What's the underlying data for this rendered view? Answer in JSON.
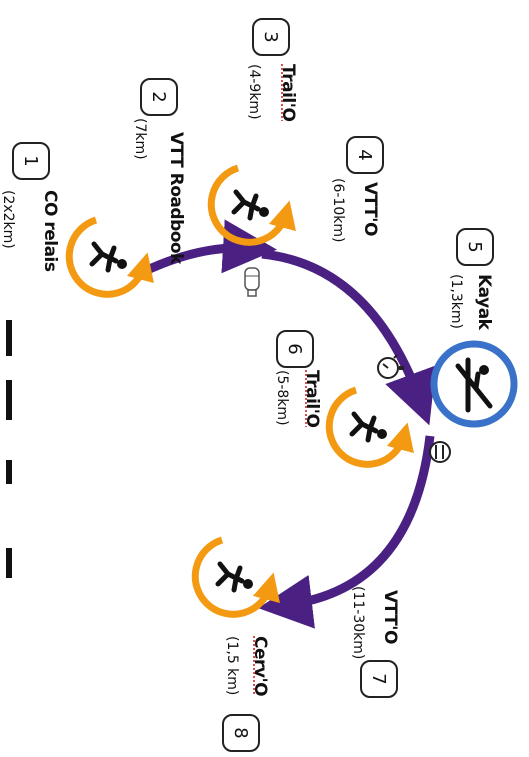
{
  "colors": {
    "arrow": "#4a2182",
    "runner_ring": "#f39a12",
    "kayak_ring": "#3a72c9",
    "text": "#111111"
  },
  "legs": [
    {
      "number": "1",
      "name": "CO  relais",
      "distance": "(2x2km)",
      "icon": "runner-icon"
    },
    {
      "number": "2",
      "name": "VTT Roadbook",
      "distance": "(7km)",
      "icon": "runner-icon"
    },
    {
      "number": "3",
      "name": "Trail'O",
      "distance": "(4-9km)",
      "icon": "runner-icon"
    },
    {
      "number": "4",
      "name": "VTT'O",
      "distance": "(6-10km)",
      "icon": "runner-icon"
    },
    {
      "number": "5",
      "name": "Kayak",
      "distance": "(1,3km)",
      "icon": "kayak-icon"
    },
    {
      "number": "6",
      "name": "Trail'O",
      "distance": "(5-8km)",
      "icon": "runner-icon"
    },
    {
      "number": "7",
      "name": "VTT'O",
      "distance": "(11-30km)",
      "icon": "runner-icon"
    },
    {
      "number": "8",
      "name": "Cerv'O",
      "distance": "(1,5 km)",
      "icon": "runner-icon"
    }
  ],
  "markers": [
    "water-bottle-icon",
    "stopwatch-icon",
    "food-fork-knife-icon"
  ]
}
